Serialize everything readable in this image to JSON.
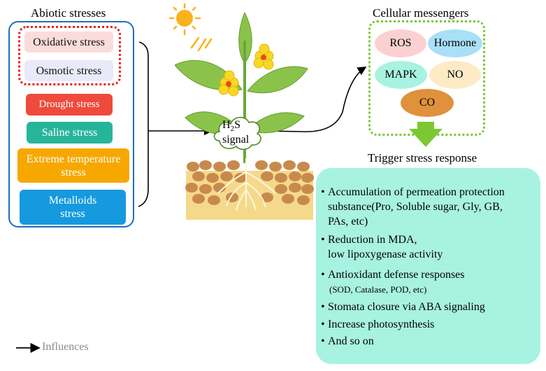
{
  "abiotic": {
    "title": "Abiotic stresses",
    "items": [
      {
        "label": "Oxidative stress",
        "color": "#fbdcdc"
      },
      {
        "label": "Osmotic stress",
        "color": "#e9e9fa"
      },
      {
        "label": "Drought stress",
        "color": "#ef4a3c"
      },
      {
        "label": "Saline stress",
        "color": "#26b59a"
      },
      {
        "label_line1": "Extreme temperature",
        "label_line2": "stress",
        "color": "#f7a800"
      },
      {
        "label_line1": "Metalloids",
        "label_line2": "stress",
        "color": "#159ae0"
      }
    ],
    "panel_color": "#1f6fb8",
    "group_color": "#e8201a"
  },
  "signal": {
    "h": "H",
    "sub": "2",
    "s": "S",
    "word": "signal"
  },
  "messengers": {
    "title": "Cellular messengers",
    "items": [
      {
        "label": "ROS",
        "color": "#fbd0d0"
      },
      {
        "label": "Hormone",
        "color": "#a9e0f7"
      },
      {
        "label": "MAPK",
        "color": "#a8f2e2"
      },
      {
        "label": "NO",
        "color": "#fdebc6"
      },
      {
        "label": "CO",
        "color": "#e0913c"
      }
    ],
    "border_color": "#79c934"
  },
  "response": {
    "title": "Trigger stress response",
    "box_color": "#a8f2e2",
    "items": [
      {
        "lines": [
          "Accumulation of permeation protection",
          "substance(Pro, Soluble sugar, Gly, GB,",
          "PAs, etc)"
        ]
      },
      {
        "lines": [
          "Reduction in MDA,",
          "low lipoxygenase activity"
        ]
      },
      {
        "lines": [
          "Antioxidant defense responses"
        ],
        "sub": "(SOD, Catalase, POD, etc)"
      },
      {
        "lines": [
          "Stomata closure via ABA signaling"
        ]
      },
      {
        "lines": [
          "Increase photosynthesis"
        ]
      },
      {
        "lines": [
          "And so on"
        ]
      }
    ]
  },
  "legend": {
    "label": "Influences"
  }
}
